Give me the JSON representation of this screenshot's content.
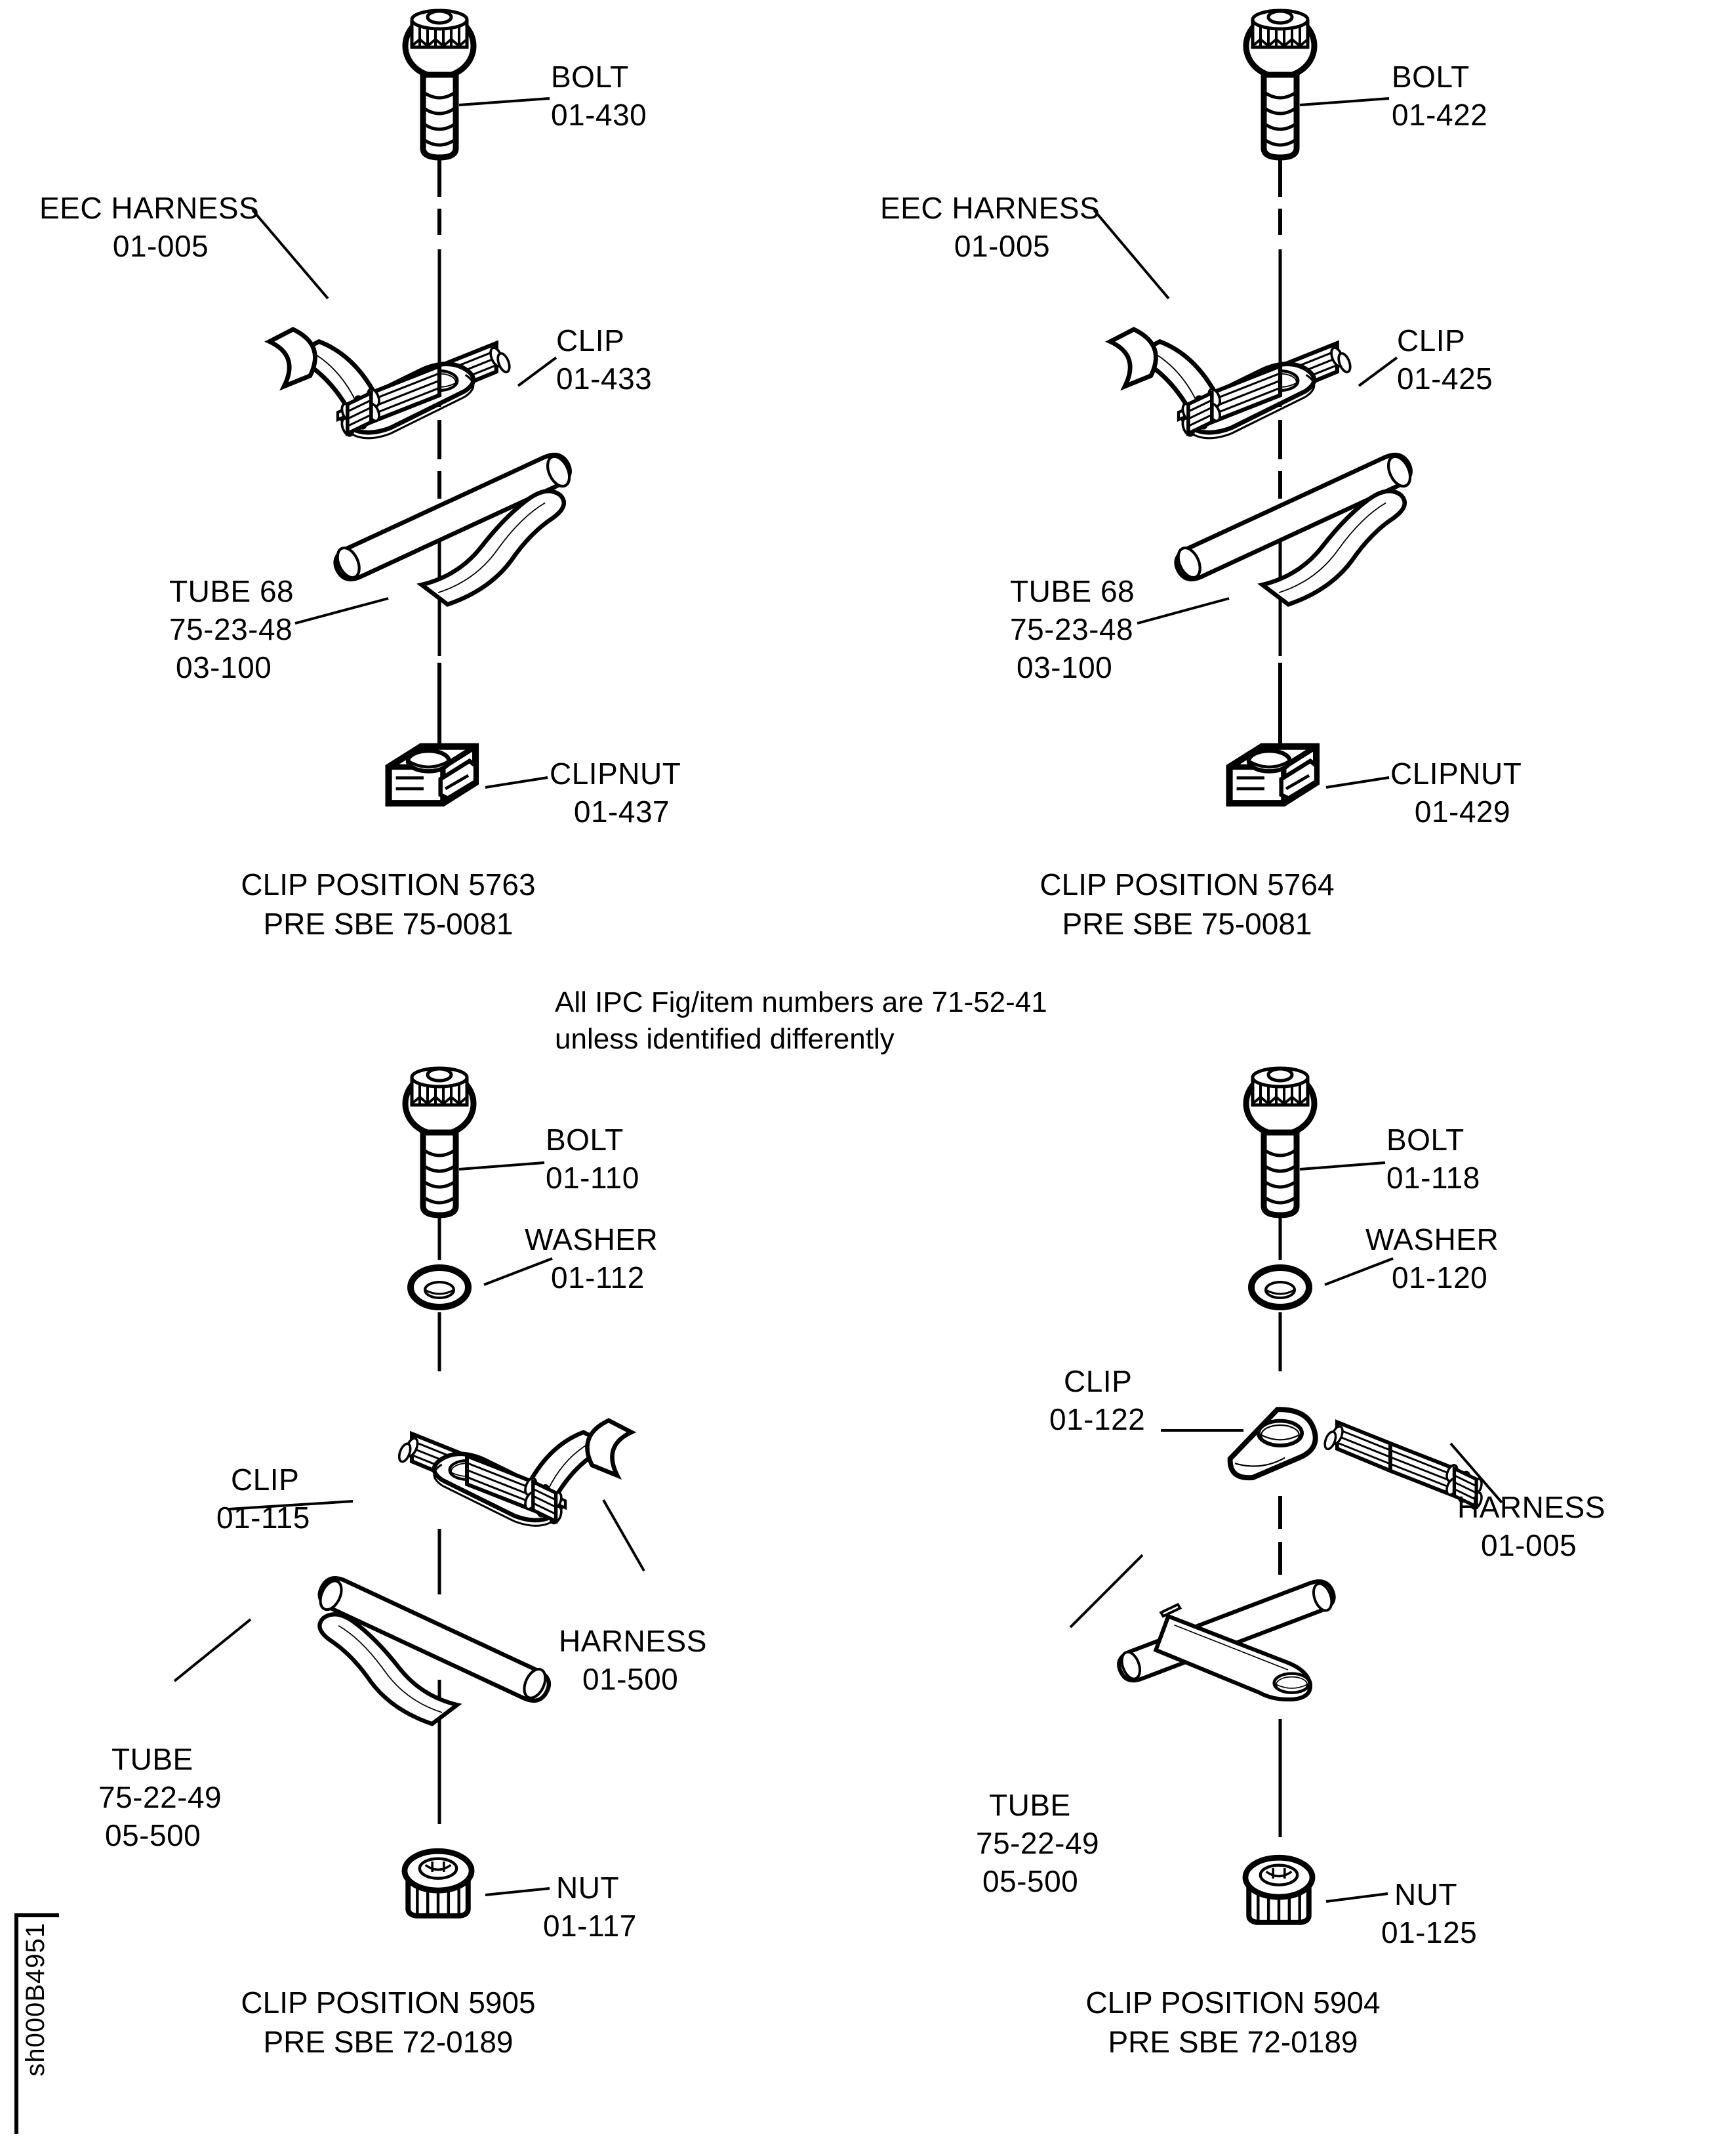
{
  "document": {
    "sheet_code": "sh000B4951",
    "center_note_line1": "All IPC Fig/item numbers are 71-52-41",
    "center_note_line2": "unless identified differently"
  },
  "panels": [
    {
      "id": "panel-5763",
      "caption_line1": "CLIP POSITION 5763",
      "caption_line2": "PRE SBE 75-0081",
      "labels": {
        "bolt_name": "BOLT",
        "bolt_item": "01-430",
        "harness_name": "EEC HARNESS",
        "harness_item": "01-005",
        "clip_name": "CLIP",
        "clip_item": "01-433",
        "tube_name": "TUBE 68",
        "tube_item1": "75-23-48",
        "tube_item2": "03-100",
        "clipnut_name": "CLIPNUT",
        "clipnut_item": "01-437"
      }
    },
    {
      "id": "panel-5764",
      "caption_line1": "CLIP POSITION 5764",
      "caption_line2": "PRE SBE 75-0081",
      "labels": {
        "bolt_name": "BOLT",
        "bolt_item": "01-422",
        "harness_name": "EEC HARNESS",
        "harness_item": "01-005",
        "clip_name": "CLIP",
        "clip_item": "01-425",
        "tube_name": "TUBE 68",
        "tube_item1": "75-23-48",
        "tube_item2": "03-100",
        "clipnut_name": "CLIPNUT",
        "clipnut_item": "01-429"
      }
    },
    {
      "id": "panel-5905",
      "caption_line1": "CLIP POSITION 5905",
      "caption_line2": "PRE SBE 72-0189",
      "labels": {
        "bolt_name": "BOLT",
        "bolt_item": "01-110",
        "washer_name": "WASHER",
        "washer_item": "01-112",
        "clip_name": "CLIP",
        "clip_item": "01-115",
        "harness_name": "HARNESS",
        "harness_item": "01-500",
        "tube_name": "TUBE",
        "tube_item1": "75-22-49",
        "tube_item2": "05-500",
        "nut_name": "NUT",
        "nut_item": "01-117"
      }
    },
    {
      "id": "panel-5904",
      "caption_line1": "CLIP POSITION 5904",
      "caption_line2": "PRE SBE 72-0189",
      "labels": {
        "bolt_name": "BOLT",
        "bolt_item": "01-118",
        "washer_name": "WASHER",
        "washer_item": "01-120",
        "clip_name": "CLIP",
        "clip_item": "01-122",
        "harness_name": "HARNESS",
        "harness_item": "01-005",
        "tube_name": "TUBE",
        "tube_item1": "75-22-49",
        "tube_item2": "05-500",
        "nut_name": "NUT",
        "nut_item": "01-125"
      }
    }
  ],
  "colors": {
    "ink": "#000000",
    "paper": "#ffffff"
  }
}
